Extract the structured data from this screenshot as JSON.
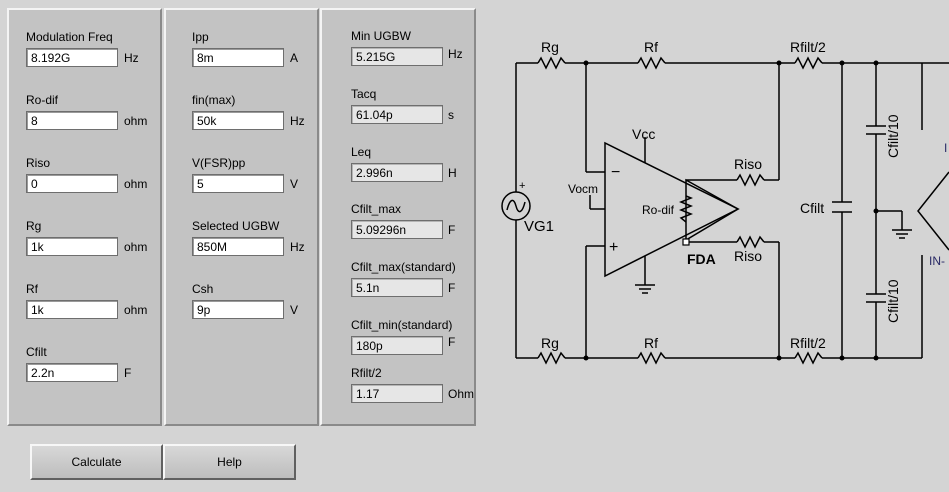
{
  "panel1": [
    {
      "label": "Modulation Freq",
      "value": "8.192G",
      "unit": "Hz"
    },
    {
      "label": "Ro-dif",
      "value": "8",
      "unit": "ohm"
    },
    {
      "label": "Riso",
      "value": "0",
      "unit": "ohm"
    },
    {
      "label": "Rg",
      "value": "1k",
      "unit": "ohm"
    },
    {
      "label": "Rf",
      "value": "1k",
      "unit": "ohm"
    },
    {
      "label": "Cfilt",
      "value": "2.2n",
      "unit": "F"
    }
  ],
  "panel2": [
    {
      "label": "Ipp",
      "value": "8m",
      "unit": "A"
    },
    {
      "label": "fin(max)",
      "value": "50k",
      "unit": "Hz"
    },
    {
      "label": "V(FSR)pp",
      "value": "5",
      "unit": "V"
    },
    {
      "label": "Selected UGBW",
      "value": "850M",
      "unit": "Hz"
    },
    {
      "label": "Csh",
      "value": "9p",
      "unit": "V"
    }
  ],
  "panel3": [
    {
      "label": "Min UGBW",
      "value": "5.215G",
      "unit": "Hz"
    },
    {
      "label": "Tacq",
      "value": "61.04p",
      "unit": "s"
    },
    {
      "label": "Leq",
      "value": "2.996n",
      "unit": "H"
    },
    {
      "label": "Cfilt_max",
      "value": "5.09296n",
      "unit": "F"
    },
    {
      "label": "Cfilt_max(standard)",
      "value": "5.1n",
      "unit": "F"
    },
    {
      "label": "Cfilt_min(standard)",
      "value": "180p",
      "unit": "F"
    },
    {
      "label": "Rfilt/2",
      "value": "1.17",
      "unit": "Ohm"
    }
  ],
  "buttons": {
    "calculate": "Calculate",
    "help": "Help"
  },
  "schematic": {
    "rg_top": "Rg",
    "rf_top": "Rf",
    "rfilt_top": "Rfilt/2",
    "rg_bot": "Rg",
    "rf_bot": "Rf",
    "rfilt_bot": "Rfilt/2",
    "riso_top": "Riso",
    "riso_bot": "Riso",
    "cfilt": "Cfilt",
    "cfilt10_top": "Cfilt/10",
    "cfilt10_bot": "Cfilt/10",
    "vcc": "Vcc",
    "vocm": "Vocm",
    "rodif": "Ro-dif",
    "fda": "FDA",
    "vg1": "VG1",
    "plus": "+",
    "minus": "−",
    "in_plus": "I",
    "in_minus": "IN-"
  }
}
